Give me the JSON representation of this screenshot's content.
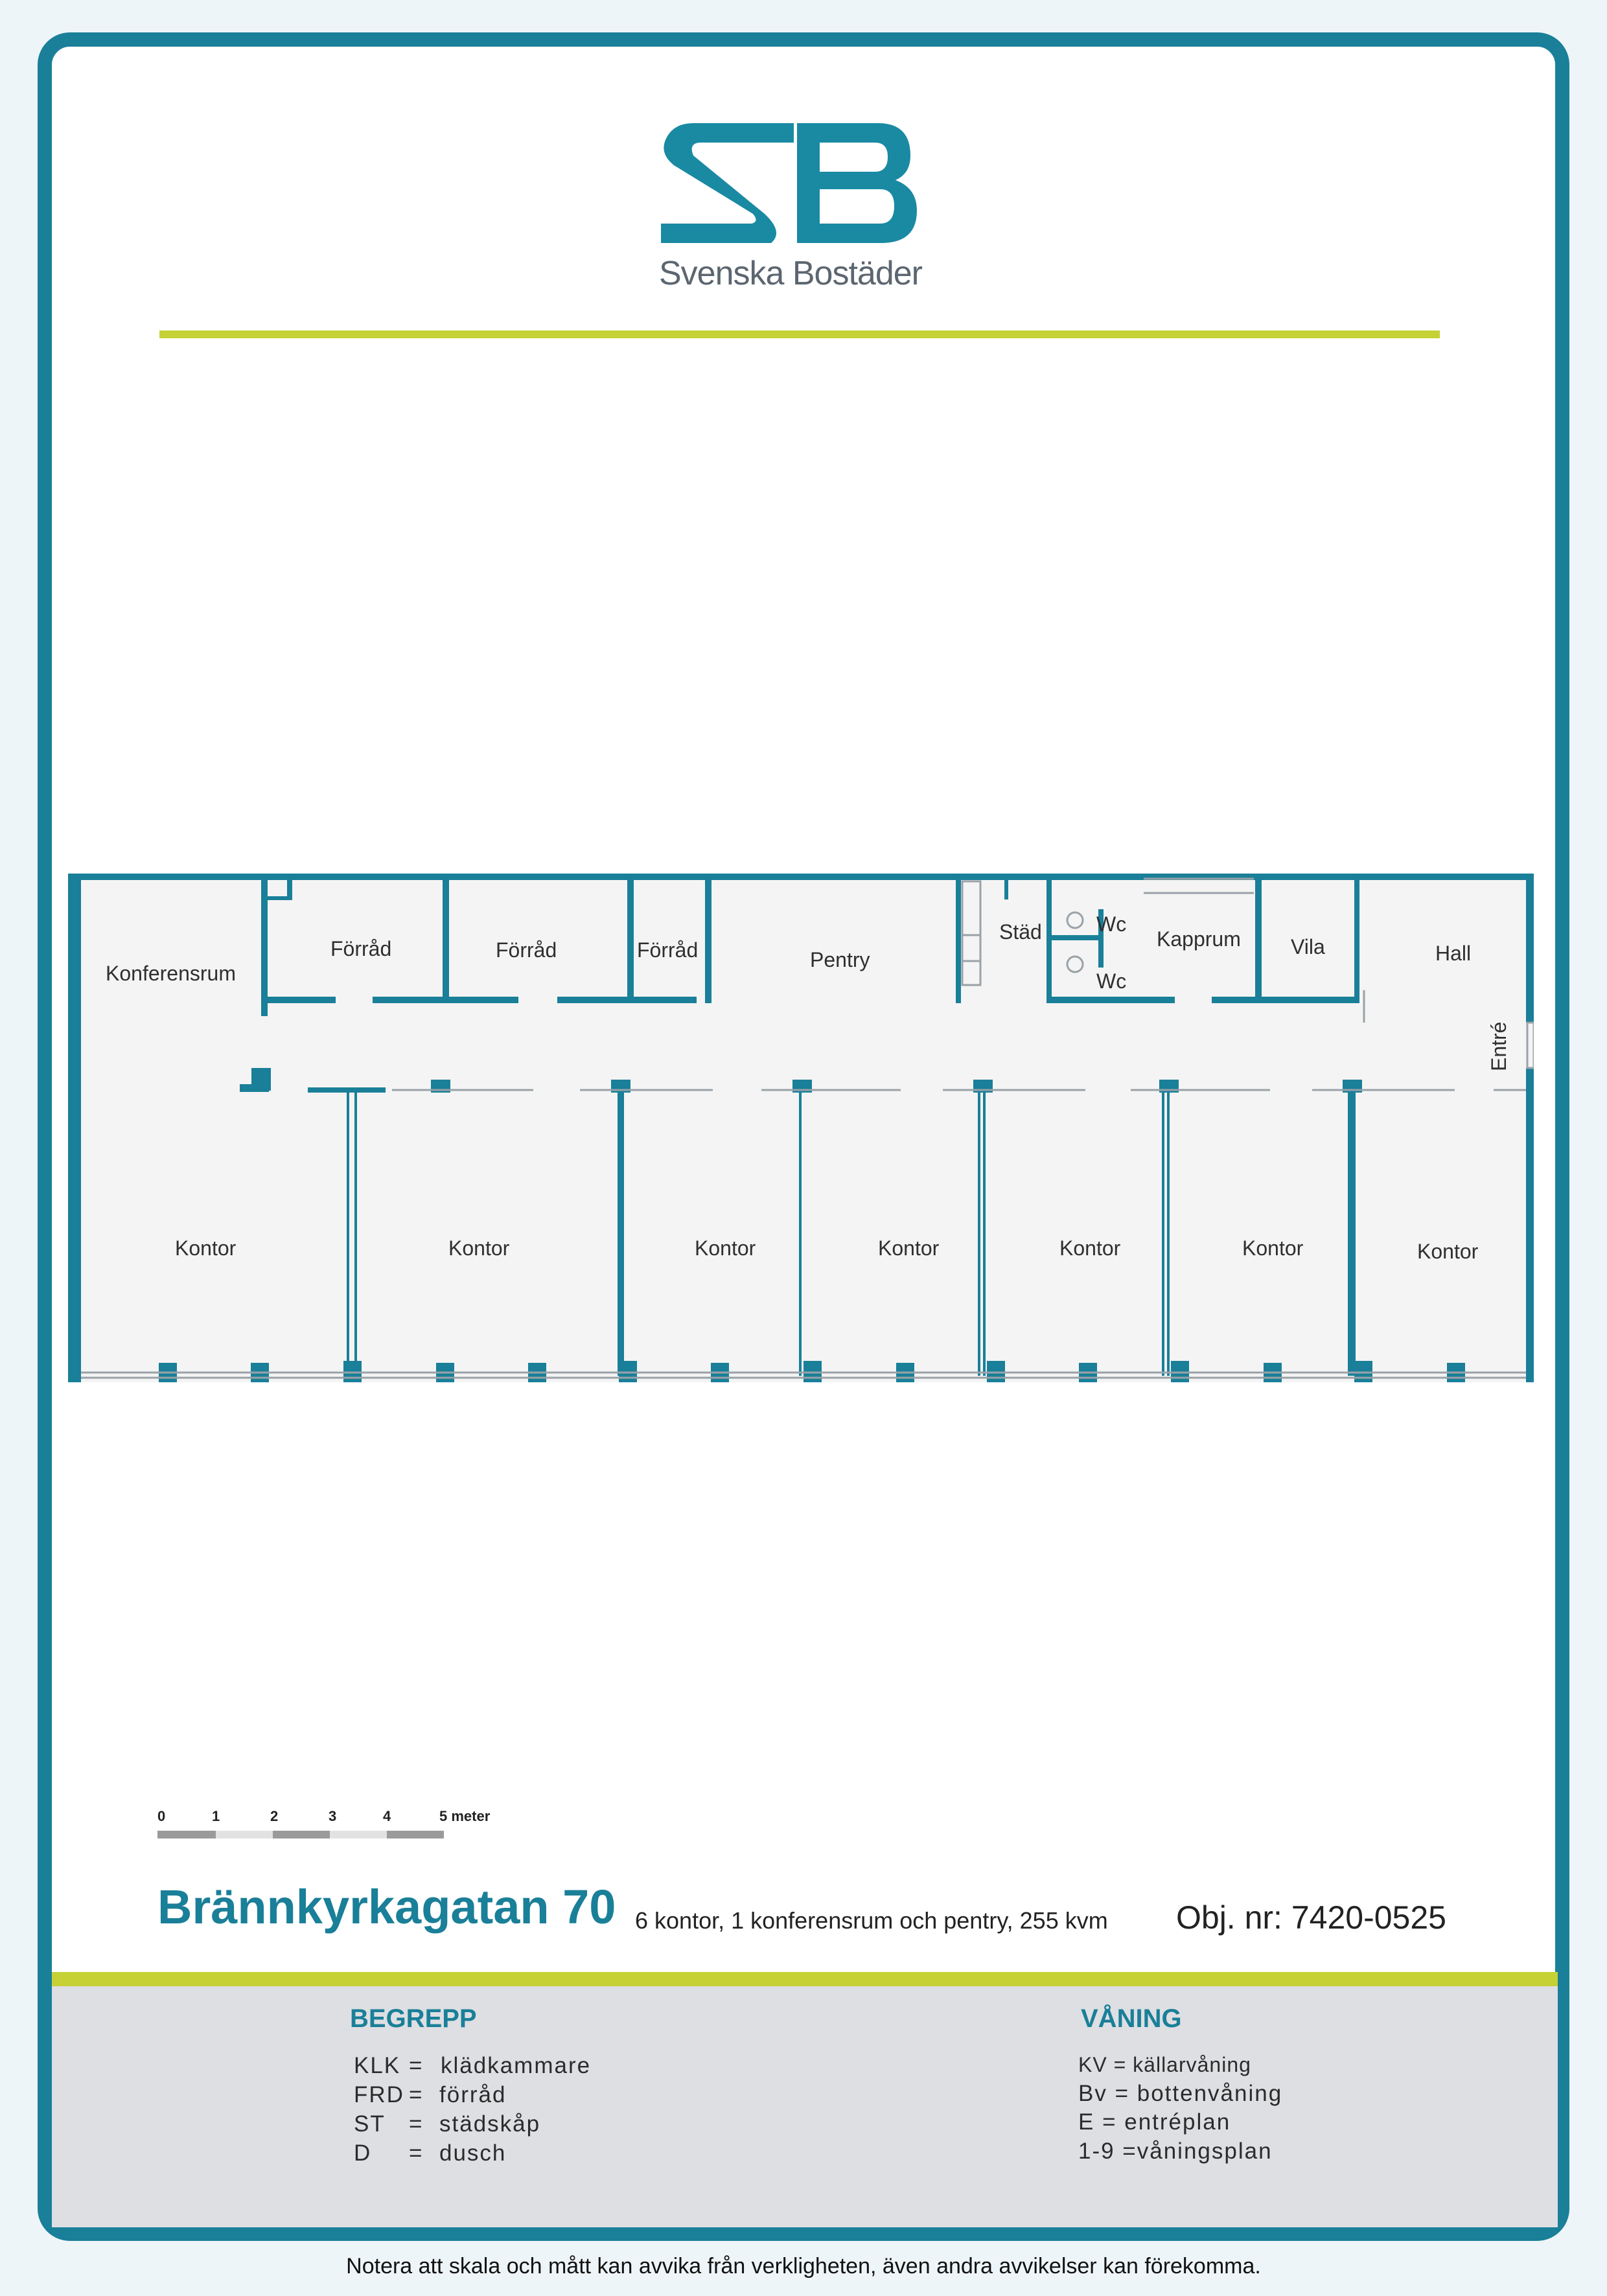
{
  "logo": {
    "mark": "SB",
    "wordmark": "Svenska Bostäder"
  },
  "rooms": {
    "konferensrum": "Konferensrum",
    "forrad1": "Förråd",
    "forrad2": "Förråd",
    "forrad3": "Förråd",
    "pentry": "Pentry",
    "stad": "Städ",
    "wc1": "Wc",
    "wc2": "Wc",
    "kapprum": "Kapprum",
    "vila": "Vila",
    "hall": "Hall",
    "entre": "Entré",
    "kontor": [
      "Kontor",
      "Kontor",
      "Kontor",
      "Kontor",
      "Kontor",
      "Kontor",
      "Kontor"
    ]
  },
  "scale": {
    "labels": [
      "0",
      "1",
      "2",
      "3",
      "4",
      "5 meter"
    ]
  },
  "property": {
    "address": "Brännkyrkagatan 70",
    "description": "6 kontor, 1 konferensrum och pentry, 255 kvm",
    "object_number": "Obj. nr: 7420-0525"
  },
  "legend": {
    "begrepp_title": "BEGREPP",
    "begrepp": [
      {
        "abbr": "KLK",
        "eq": "=",
        "text": "klädkammare"
      },
      {
        "abbr": "FRD",
        "eq": "=",
        "text": "förråd"
      },
      {
        "abbr": "ST",
        "eq": "=",
        "text": "städskåp"
      },
      {
        "abbr": "D",
        "eq": "=",
        "text": "dusch"
      }
    ],
    "vaning_title": "VÅNING",
    "vaning": [
      "KV = källarvåning",
      "Bv = bottenvåning",
      "E = entréplan",
      "1-9 =våningsplan"
    ]
  },
  "footer": "Notera att skala och mått kan avvika från verkligheten, även andra avvikelser kan förekomma.",
  "colors": {
    "brand": "#1a7f98",
    "accent": "#c5d135",
    "panel": "#dedfe3"
  }
}
